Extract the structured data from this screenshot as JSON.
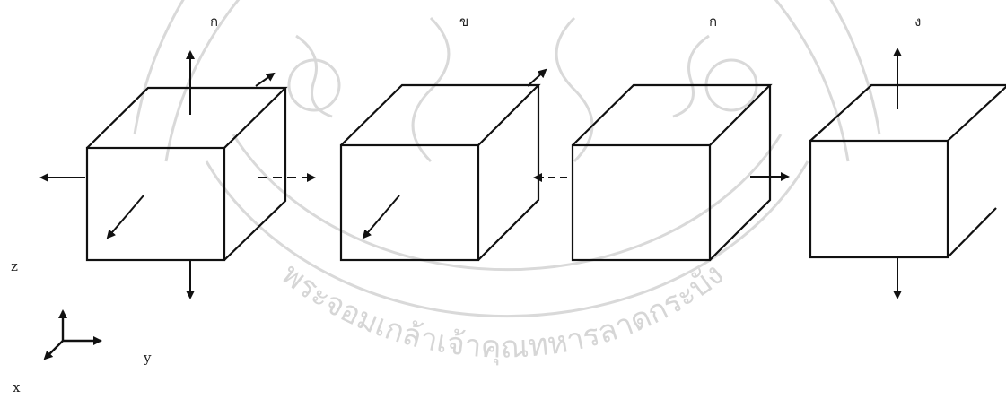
{
  "panels": [
    {
      "id": "a",
      "label": "ก"
    },
    {
      "id": "b",
      "label": "ข"
    },
    {
      "id": "c",
      "label": "ก"
    },
    {
      "id": "d",
      "label": "ง"
    }
  ],
  "axes": {
    "z": "z",
    "y": "y",
    "x": "x"
  },
  "watermark": {
    "text": "พระจอมเกล้าเจ้าคุณทหารลาดกระบัง"
  },
  "colors": {
    "stroke": "#111111",
    "watermark": "#d9d9d9"
  }
}
